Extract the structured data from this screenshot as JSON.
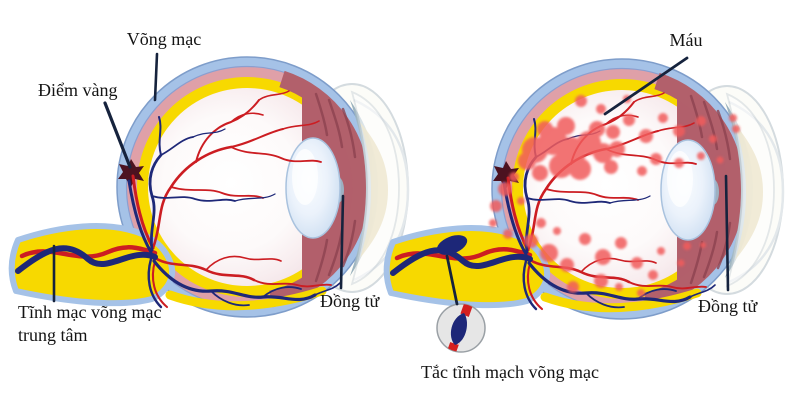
{
  "diagram": {
    "left_eye": {
      "labels": {
        "retina": "Võng mạc",
        "macula": "Điểm vàng",
        "central_retinal_vein": "Tĩnh mạc võng mạc trung tâm",
        "pupil": "Đồng tử"
      }
    },
    "right_eye": {
      "labels": {
        "blood": "Máu",
        "occlusion": "Tắc tĩnh mạch võng mạc",
        "pupil": "Đồng tử"
      }
    },
    "colors": {
      "sclera_blue": "#a5c2e7",
      "choroid_pink": "#dfa0a8",
      "retina_yellow": "#f7d900",
      "iris_mauve": "#b25f6b",
      "artery_red": "#cc1d22",
      "vein_navy": "#1e2878",
      "hemorrhage_red": "#f15b5b",
      "macula_dark": "#4c1220",
      "leader_line": "#16233d",
      "label_ink": "#141414",
      "background": "#ffffff"
    }
  }
}
